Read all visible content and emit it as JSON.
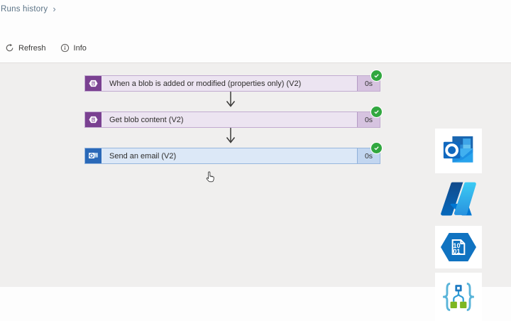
{
  "breadcrumb": {
    "label": "Runs history",
    "chevron": "›"
  },
  "toolbar": {
    "refresh_label": "Refresh",
    "info_label": "Info"
  },
  "flow": {
    "steps": [
      {
        "title": "When a blob is added or modified (properties only) (V2)",
        "duration": "0s",
        "status": "succeeded",
        "connector": "azure-blob-storage"
      },
      {
        "title": "Get blob content (V2)",
        "duration": "0s",
        "status": "succeeded",
        "connector": "azure-blob-storage"
      },
      {
        "title": "Send an email (V2)",
        "duration": "0s",
        "status": "succeeded",
        "connector": "office365-outlook"
      }
    ]
  },
  "side_panel": {
    "icons": [
      {
        "name": "outlook-logo"
      },
      {
        "name": "azure-logo"
      },
      {
        "name": "blob-storage-logo",
        "doc_line1": "10",
        "doc_line2": "01"
      },
      {
        "name": "logic-apps-logo"
      }
    ]
  },
  "colors": {
    "blob_connector": "#7a4191",
    "blob_step_bg": "#ece4f1",
    "blob_step_border": "#c2abd0",
    "blob_duration_bg": "#d6c3e0",
    "outlook_connector": "#2a69b8",
    "outlook_step_bg": "#dce8f7",
    "outlook_step_border": "#97b6dd",
    "outlook_duration_bg": "#c2d6f0",
    "success_green": "#31a73f",
    "canvas_bg": "#f0efee"
  }
}
